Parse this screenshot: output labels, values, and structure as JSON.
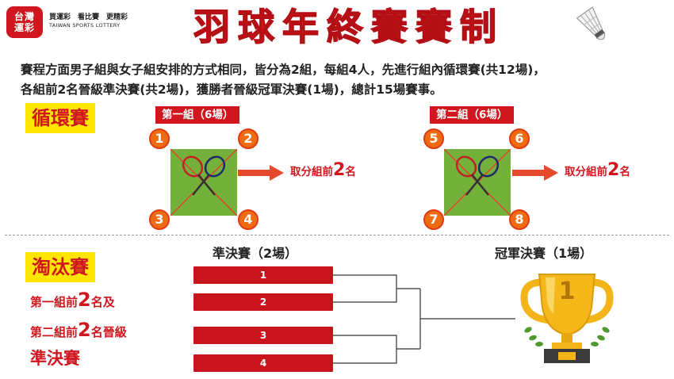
{
  "logo": {
    "mark": "台灣\n運彩",
    "slogan": "買運彩　看比賽　更精彩",
    "en": "TAIWAN SPORTS LOTTERY"
  },
  "title": "羽球年終賽賽制",
  "intro": {
    "line1": "賽程方面男子組與女子組安排的方式相同，皆分為2組，每組4人，先進行組內循環賽(共12場)，",
    "line2": "各組前2名晉級準決賽(共2場)，獲勝者晉級冠軍決賽(1場)，總計15場賽事。"
  },
  "round_robin": {
    "label": "循環賽",
    "groups": [
      {
        "tag": "第一組（6場）",
        "players": [
          "1",
          "2",
          "3",
          "4"
        ],
        "advance_pre": "取分組前",
        "advance_num": "2",
        "advance_post": "名"
      },
      {
        "tag": "第二組（6場）",
        "players": [
          "5",
          "6",
          "7",
          "8"
        ],
        "advance_pre": "取分組前",
        "advance_num": "2",
        "advance_post": "名"
      }
    ]
  },
  "knockout": {
    "label": "淘汰賽",
    "desc": {
      "l1_pre": "第一組前",
      "l1_num": "2",
      "l1_post": "名及",
      "l2_pre": "第二組前",
      "l2_num": "2",
      "l2_post": "名晉級",
      "l3": "準決賽"
    },
    "semifinal_label": "準決賽（2場）",
    "final_label": "冠軍決賽（1場）",
    "slots": [
      "1",
      "2",
      "3",
      "4"
    ],
    "trophy_number": "1"
  },
  "colors": {
    "brand_red": "#d0161e",
    "court_green": "#74b13a",
    "number_orange": "#ee6b14",
    "highlight_yellow": "#ffe600",
    "trophy_gold": "#f2b418"
  }
}
